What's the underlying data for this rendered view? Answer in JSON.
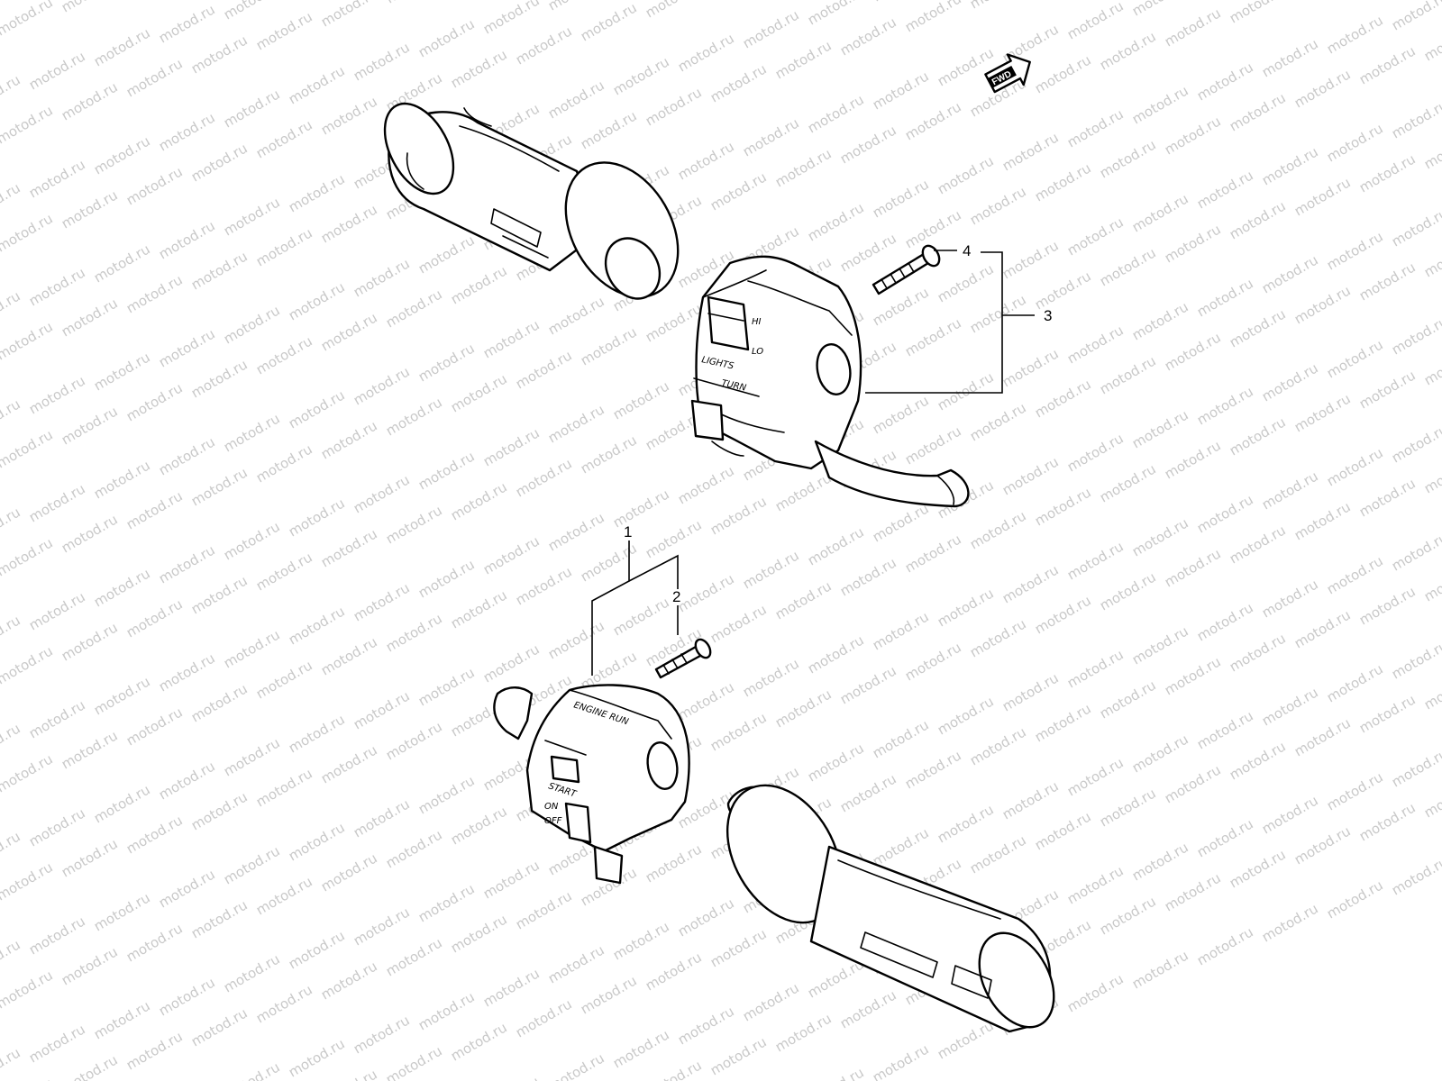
{
  "watermark": {
    "text": "motod.ru",
    "color": "#c9c9c9"
  },
  "direction_arrow": {
    "label": "FWD"
  },
  "callouts": [
    {
      "id": "1",
      "label": "1"
    },
    {
      "id": "2",
      "label": "2"
    },
    {
      "id": "3",
      "label": "3"
    },
    {
      "id": "4",
      "label": "4"
    }
  ],
  "switch_labels": {
    "right": {
      "hi": "HI",
      "lo": "LO",
      "lights": "LIGHTS",
      "turn": "TURN"
    },
    "left": {
      "engine_run": "ENGINE RUN",
      "off": "OFF",
      "start": "START",
      "on": "ON"
    }
  }
}
